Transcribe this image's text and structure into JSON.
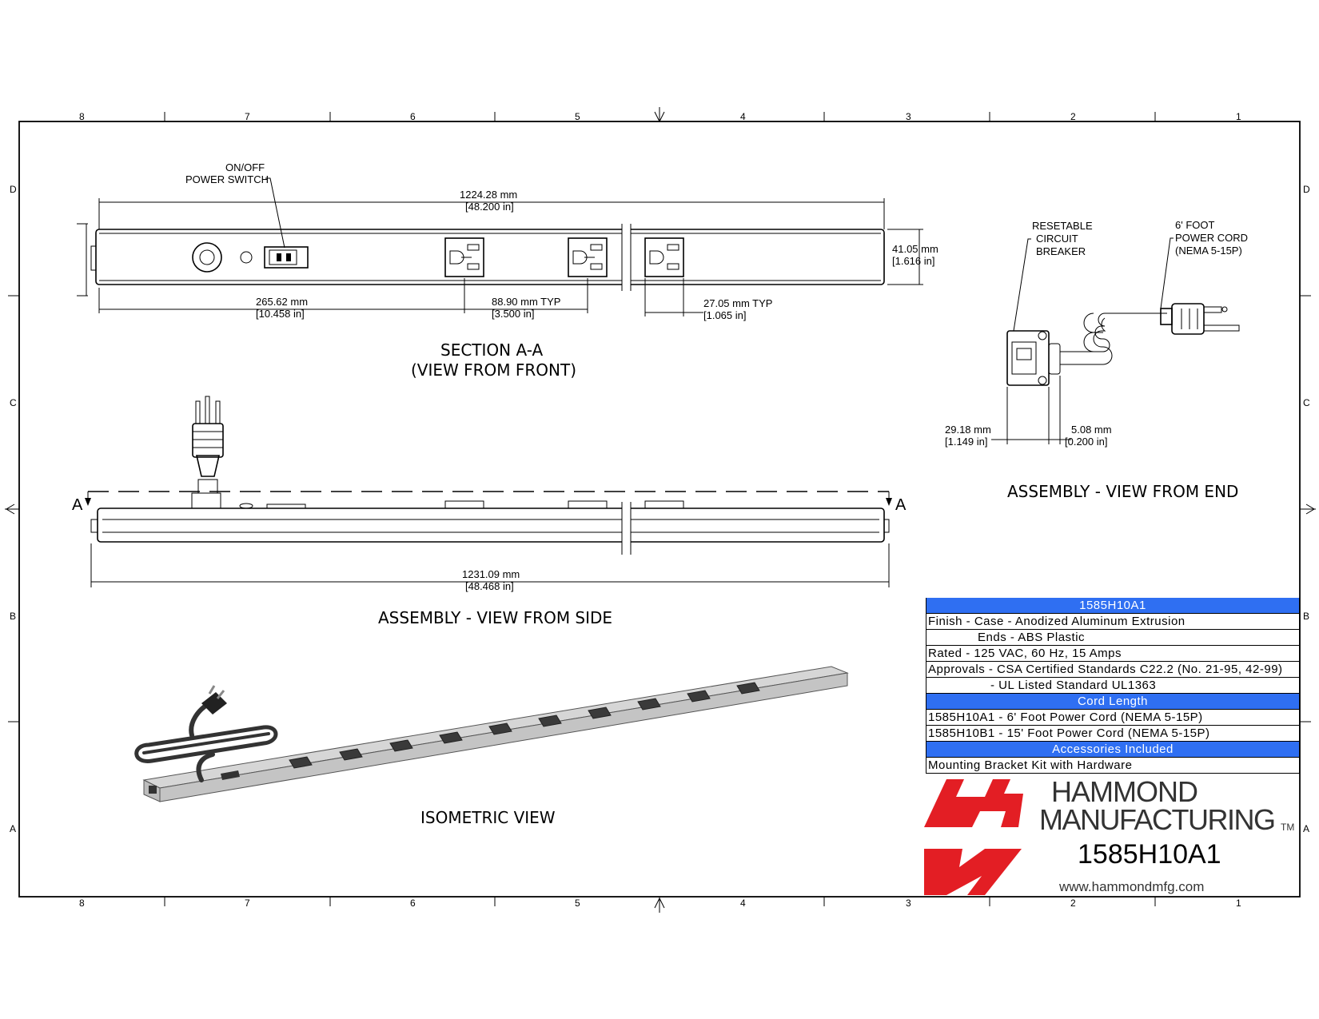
{
  "border_zones": {
    "columns": [
      "8",
      "7",
      "6",
      "5",
      "4",
      "3",
      "2",
      "1"
    ],
    "rows": [
      "D",
      "C",
      "B",
      "A"
    ]
  },
  "section_front": {
    "switch_callout": [
      "ON/OFF",
      "POWER SWITCH"
    ],
    "overall_length": "1224.28 mm",
    "overall_length_in": "[48.200 in]",
    "height": "41.05 mm",
    "height_in": "[1.616 in]",
    "to_first_outlet": "265.62 mm",
    "to_first_outlet_in": "[10.458 in]",
    "pitch": "88.90 mm TYP",
    "pitch_in": "[3.500 in]",
    "outlet_width": "27.05 mm TYP",
    "outlet_width_in": "[1.065 in]",
    "title_line1": "SECTION A-A",
    "title_line2": "(VIEW FROM FRONT)"
  },
  "side_view": {
    "section_letter": "A",
    "overall_length": "1231.09 mm",
    "overall_length_in": "[48.468 in]",
    "title": "ASSEMBLY - VIEW FROM SIDE"
  },
  "end_view": {
    "breaker_callout": [
      "RESETABLE",
      "CIRCUIT",
      "BREAKER"
    ],
    "cord_callout": [
      "6' FOOT",
      "POWER CORD",
      "(NEMA 5-15P)"
    ],
    "width": "29.18 mm",
    "width_in": "[1.149 in]",
    "offset": "5.08 mm",
    "offset_in": "[0.200 in]",
    "title": "ASSEMBLY - VIEW FROM END"
  },
  "iso_view": {
    "title": "ISOMETRIC VIEW"
  },
  "spec_table": {
    "header": "1585H10A1",
    "finish_case": "Finish - Case - Anodized Aluminum Extrusion",
    "finish_ends": "Ends - ABS Plastic",
    "rated": "Rated - 125 VAC, 60 Hz, 15 Amps",
    "approvals": "Approvals - CSA Certified Standards C22.2 (No. 21-95, 42-99)",
    "approvals_ul": "- UL Listed Standard UL1363",
    "cord_header": "Cord Length",
    "cord_a": "1585H10A1 - 6' Foot Power Cord (NEMA 5-15P)",
    "cord_b": "1585H10B1 - 15' Foot Power Cord (NEMA 5-15P)",
    "accessories_header": "Accessories Included",
    "accessories": "Mounting Bracket Kit with Hardware"
  },
  "title_block": {
    "brand_line1": "HAMMOND",
    "brand_line2": "MANUFACTURING",
    "tm": "TM",
    "part_number": "1585H10A1",
    "website": "www.hammondmfg.com",
    "logo_color": "#e31e24"
  },
  "colors": {
    "table_header": "#2f6ff2",
    "line": "#000000"
  }
}
